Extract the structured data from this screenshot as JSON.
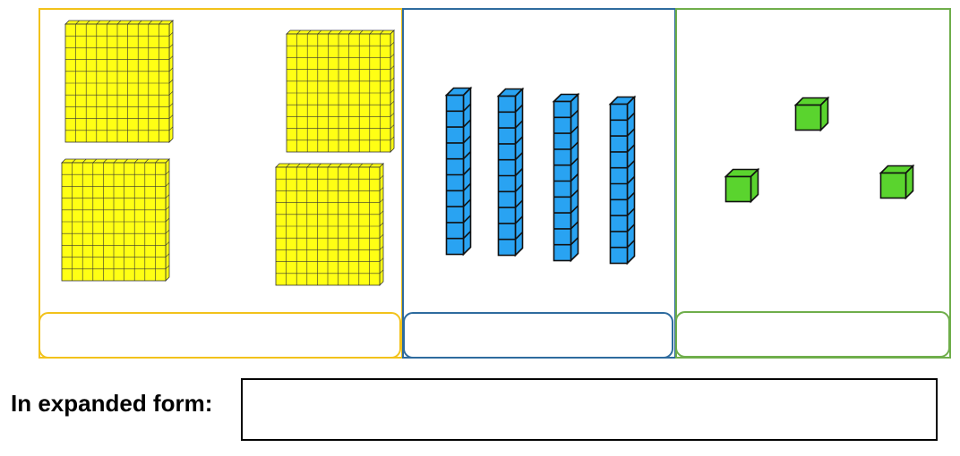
{
  "expanded_form": {
    "label": "In expanded form:",
    "value": ""
  },
  "answers": {
    "hundreds": "",
    "tens": "",
    "ones": ""
  },
  "colors": {
    "hundred_block": "#ffff14",
    "ten_rod": "#29a3f2",
    "one_cube": "#5ad42e",
    "hundreds_border": "#f2c21b",
    "tens_border": "#2e6b9e",
    "ones_border": "#6fae4b"
  },
  "blocks": {
    "hundreds": 4,
    "tens": 4,
    "ones": 3
  },
  "icons": {
    "hundred": "hundred-flat-icon",
    "ten": "ten-rod-icon",
    "one": "unit-cube-icon"
  }
}
